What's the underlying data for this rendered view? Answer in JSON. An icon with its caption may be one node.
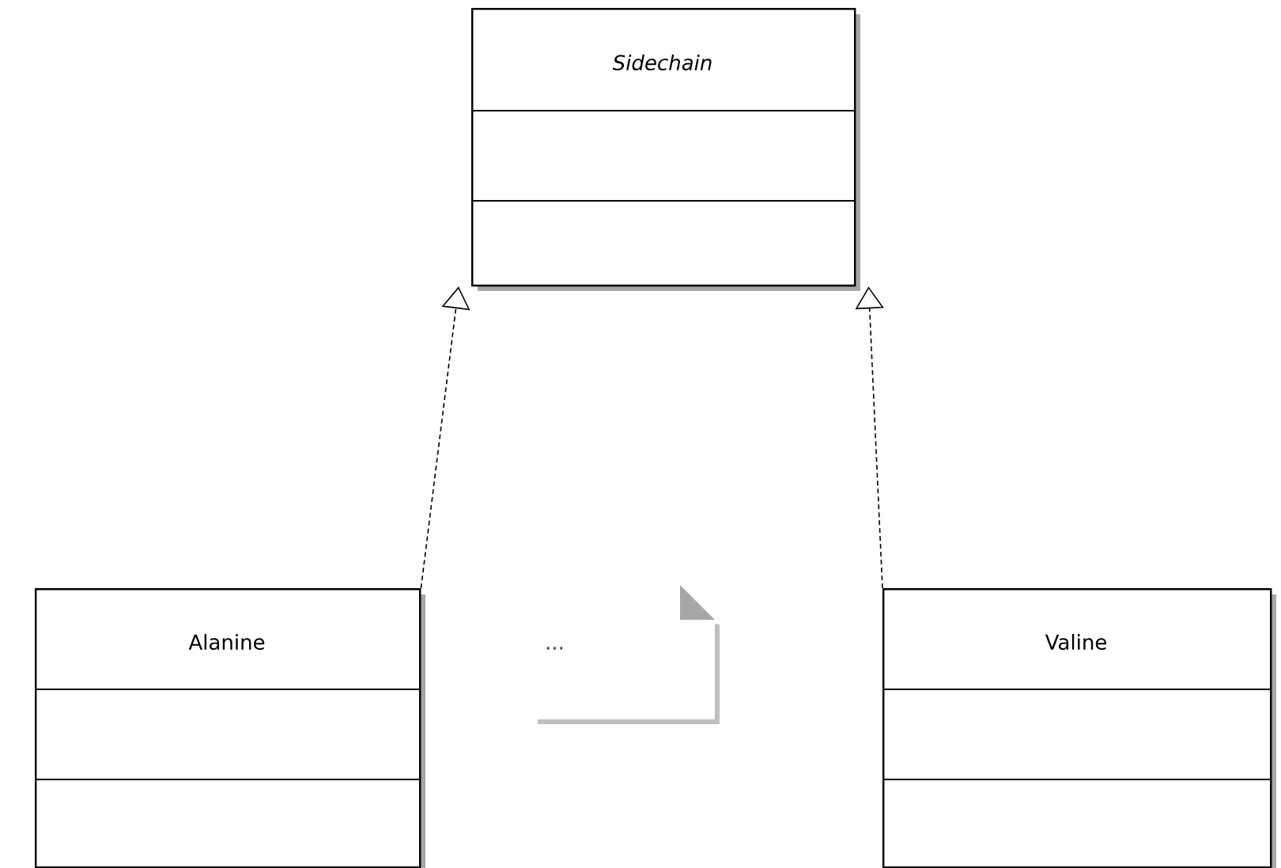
{
  "diagram": {
    "nodes": [
      {
        "text": [
          "Sidechain"
        ]
      },
      {
        "text": [
          "Alanine"
        ]
      },
      {
        "text": [
          "..."
        ]
      },
      {
        "text": [
          "Valine"
        ]
      }
    ],
    "edges": [
      {
        "from": 1,
        "to": 0,
        "arrow": "to",
        "style": "dashed"
      },
      {
        "from": 3,
        "to": 0,
        "arrow": "to",
        "style": "dashed"
      }
    ]
  }
}
